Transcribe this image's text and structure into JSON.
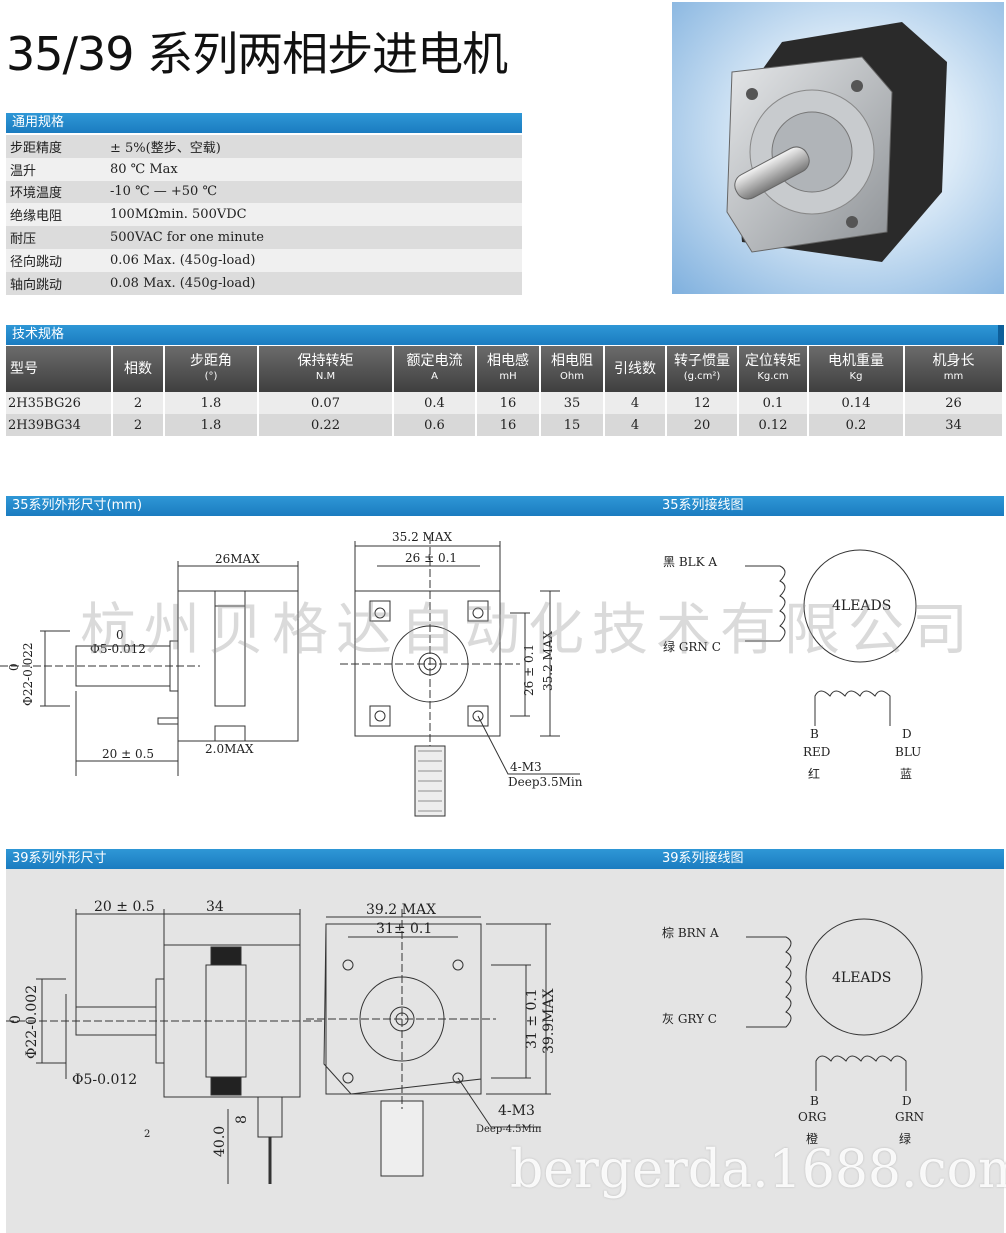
{
  "title": "35/39 系列两相步进电机",
  "general": {
    "header": "通用规格",
    "rows": [
      {
        "k": "步距精度",
        "v": "± 5%(整步、空载)"
      },
      {
        "k": "温升",
        "v": "80 ℃ Max"
      },
      {
        "k": "环境温度",
        "v": "-10 ℃ — +50 ℃"
      },
      {
        "k": "绝缘电阻",
        "v": "100MΩmin. 500VDC"
      },
      {
        "k": "耐压",
        "v": "500VAC for one minute"
      },
      {
        "k": "径向跳动",
        "v": "0.06 Max. (450g-load)"
      },
      {
        "k": "轴向跳动",
        "v": "0.08 Max. (450g-load)"
      }
    ]
  },
  "tech": {
    "header": "技术规格",
    "columns": [
      {
        "name": "型号",
        "unit": ""
      },
      {
        "name": "相数",
        "unit": ""
      },
      {
        "name": "步距角",
        "unit": "(°)"
      },
      {
        "name": "保持转矩",
        "unit": "N.M"
      },
      {
        "name": "额定电流",
        "unit": "A"
      },
      {
        "name": "相电感",
        "unit": "mH"
      },
      {
        "name": "相电阻",
        "unit": "Ohm"
      },
      {
        "name": "引线数",
        "unit": ""
      },
      {
        "name": "转子惯量",
        "unit": "(g.cm²)"
      },
      {
        "name": "定位转矩",
        "unit": "Kg.cm"
      },
      {
        "name": "电机重量",
        "unit": "Kg"
      },
      {
        "name": "机身长",
        "unit": "mm"
      }
    ],
    "rows": [
      [
        "2H35BG26",
        "2",
        "1.8",
        "0.07",
        "0.4",
        "16",
        "35",
        "4",
        "12",
        "0.1",
        "0.14",
        "26"
      ],
      [
        "2H39BG34",
        "2",
        "1.8",
        "0.22",
        "0.6",
        "16",
        "15",
        "4",
        "20",
        "0.12",
        "0.2",
        "34"
      ]
    ]
  },
  "s35": {
    "dim_header": "35系列外形尺寸(mm)",
    "wiring_header": "35系列接线图",
    "len": "26MAX",
    "shaft_len": "20 ± 0.5",
    "flange": "2.0MAX",
    "dia": "Φ22-0.022",
    "dia0": "0",
    "shaft": "Φ5-0.012",
    "shaft0": "0",
    "w_max": "35.2 MAX",
    "hole": "26 ± 0.1",
    "h_hole": "26 ± 0.1",
    "h_max": "35.2 MAX",
    "screw": "4-M3",
    "deep": "Deep3.5Min",
    "wire_a": "黑 BLK   A",
    "wire_c": "绿 GRN   C",
    "leads": "4LEADS",
    "b": "B",
    "b_en": "RED",
    "b_cn": "红",
    "d": "D",
    "d_en": "BLU",
    "d_cn": "蓝"
  },
  "s39": {
    "dim_header": "39系列外形尺寸",
    "wiring_header": "39系列接线图",
    "shaft_len": "20 ± 0.5",
    "len": "34",
    "dia": "Φ22-0.002",
    "dia0": "0",
    "shaft": "Φ5-0.012",
    "flange": "2",
    "lead": "40.0",
    "lead_w": "8",
    "w_max": "39.2  MAX",
    "hole": "31± 0.1",
    "h_hole": "31 ± 0.1",
    "h_max": "39.9MAX",
    "screw": "4-M3",
    "deep": "Deep-4.5Min",
    "wire_a": "棕 BRN   A",
    "wire_c": "灰 GRY   C",
    "leads": "4LEADS",
    "b": "B",
    "b_en": "ORG",
    "b_cn": "橙",
    "d": "D",
    "d_en": "GRN",
    "d_cn": "绿"
  },
  "watermark": "杭州贝格达自动化技术有限公司",
  "watermark2": "bergerda.1688.com"
}
